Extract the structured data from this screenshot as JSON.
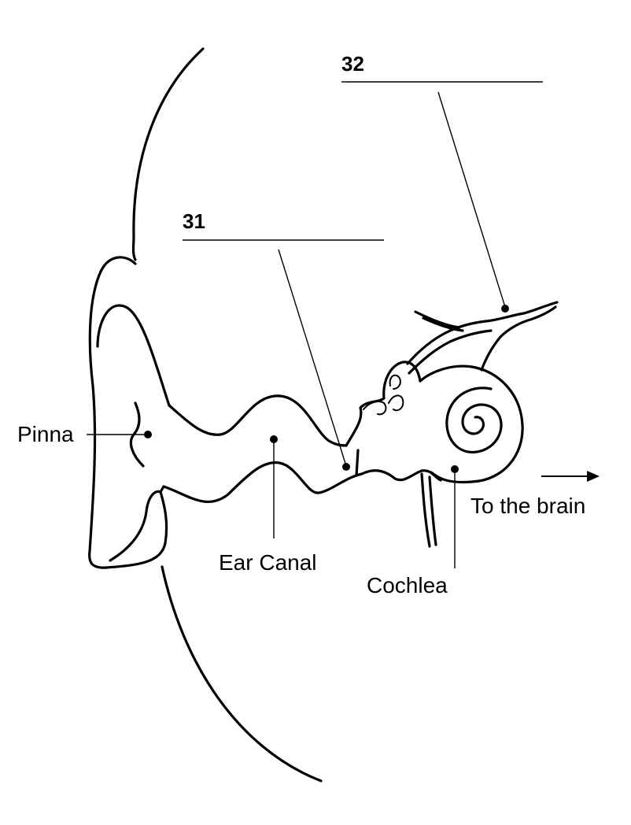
{
  "labels": {
    "pinna": "Pinna",
    "ear_canal": "Ear Canal",
    "cochlea": "Cochlea",
    "to_brain": "To the brain"
  },
  "questions": {
    "q31": "31",
    "q32": "32"
  },
  "colors": {
    "ink": "#000000",
    "paper": "#ffffff"
  }
}
